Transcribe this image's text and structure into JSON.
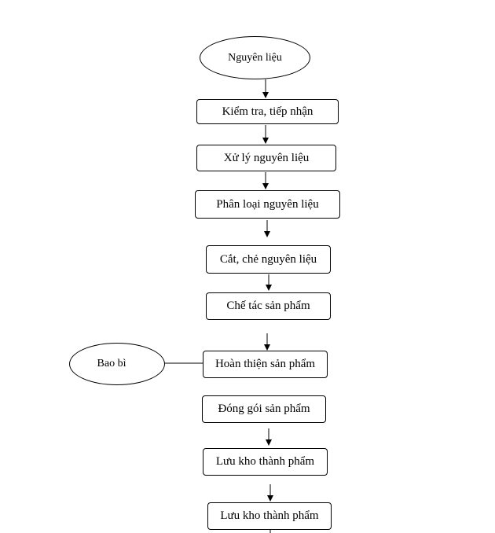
{
  "start_node": {
    "label": "Nguyên liệu"
  },
  "side_input": {
    "label": "Bao bì"
  },
  "steps": [
    {
      "label": "Kiểm tra, tiếp nhận"
    },
    {
      "label": "Xử lý nguyên liệu"
    },
    {
      "label": "Phân loại nguyên liệu"
    },
    {
      "label": "Cắt, chẻ nguyên liệu"
    },
    {
      "label": "Chế tác sản phẩm"
    },
    {
      "label": "Hoàn thiện sản phẩm"
    },
    {
      "label": "Đóng gói sản phẩm"
    },
    {
      "label": "Lưu kho thành phẩm"
    },
    {
      "label": "Lưu kho thành phẩm"
    }
  ],
  "colors": {
    "stroke": "#000000",
    "background": "#ffffff"
  }
}
